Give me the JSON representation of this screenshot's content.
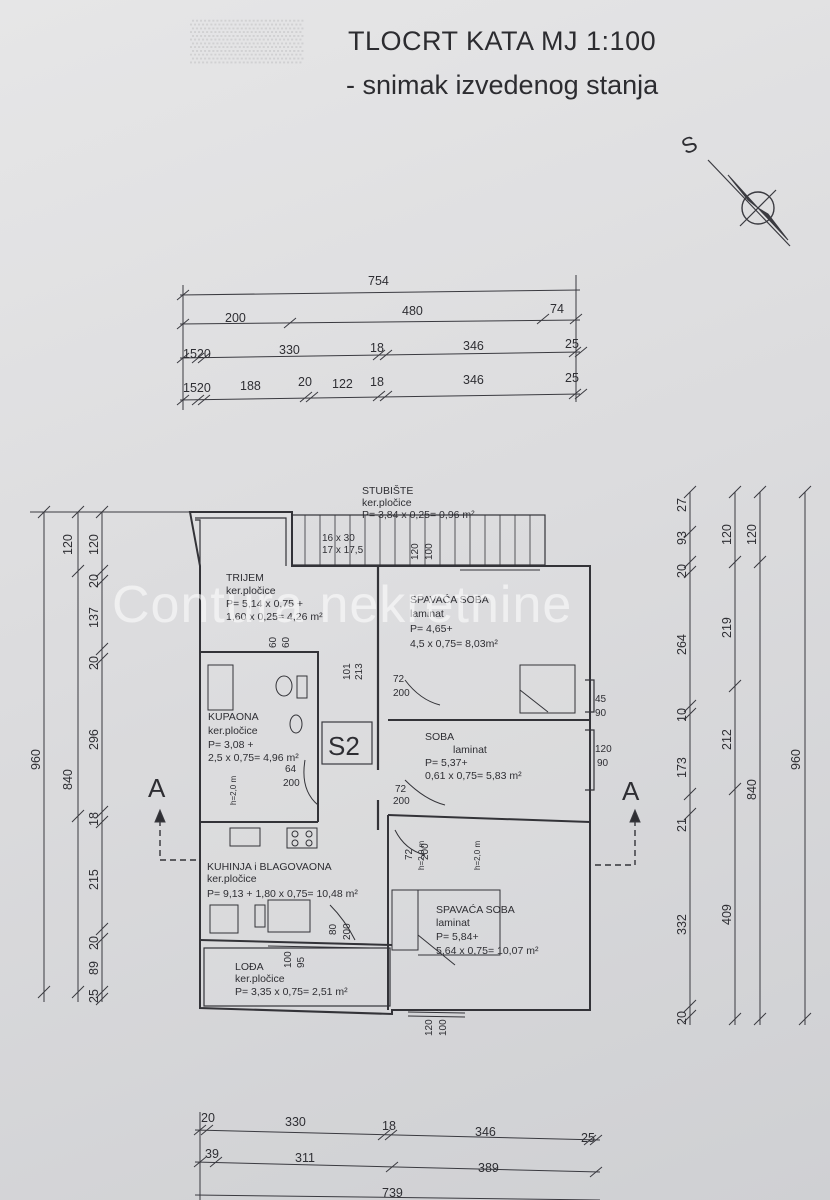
{
  "title": {
    "line1": "TLOCRT KATA MJ 1:100",
    "line2": "- snimak izvedenog stanja"
  },
  "north_label": "S",
  "watermark": "Contura nekretnine",
  "unit_label": "S2",
  "section_marker": "A",
  "top_dimensions": {
    "row1": [
      "754"
    ],
    "row2": [
      "200",
      "480",
      "74"
    ],
    "row3": [
      "1520",
      "330",
      "18",
      "346",
      "25"
    ],
    "row4": [
      "1520",
      "188",
      "20",
      "122",
      "18",
      "346",
      "25"
    ]
  },
  "bottom_dimensions": {
    "row1": [
      "20",
      "330",
      "18",
      "346",
      "25"
    ],
    "row2": [
      "39",
      "311",
      "389"
    ],
    "row3": [
      "739"
    ]
  },
  "left_dimensions": {
    "overall": "960",
    "col2": [
      "120",
      "840"
    ],
    "col3": [
      "120",
      "20",
      "137",
      "20",
      "296",
      "18",
      "215",
      "20",
      "89",
      "25"
    ]
  },
  "right_dimensions": {
    "col1": [
      "27",
      "93",
      "20",
      "264",
      "10",
      "173",
      "21",
      "332",
      "20"
    ],
    "col2": [
      "120",
      "219",
      "212",
      "409"
    ],
    "col3": [
      "120",
      "840"
    ],
    "overall": "960"
  },
  "rooms": [
    {
      "name": "STUBIŠTE",
      "finish": "ker.pločice",
      "area": "P= 3,84 x 0,25= 0,96 m²"
    },
    {
      "name": "TRIJEM",
      "finish": "ker.pločice",
      "area": "P= 5,14 x 0,75 +",
      "area2": "1,60 x 0,25= 4,26  m²"
    },
    {
      "name": "SPAVAĆA SOBA",
      "finish": "laminat",
      "area": "P= 4,65+",
      "area2": "4,5 x 0,75= 8,03m²"
    },
    {
      "name": "KUPAONA",
      "finish": "ker.pločice",
      "area": "P= 3,08 +",
      "area2": "2,5 x 0,75= 4,96 m²"
    },
    {
      "name": "SOBA",
      "finish": "laminat",
      "area": "P= 5,37+",
      "area2": "0,61 x 0,75= 5,83 m²"
    },
    {
      "name": "KUHINJA i BLAGOVAONA",
      "finish": "ker.pločice",
      "area": "P= 9,13 + 1,80 x 0,75= 10,48 m²"
    },
    {
      "name": "SPAVAĆA SOBA",
      "finish": "laminat",
      "area": "P= 5,84+",
      "area2": "5,64 x 0,75= 10,07 m²"
    },
    {
      "name": "LOĐA",
      "finish": "ker.pločice",
      "area": "P= 3,35 x 0,75= 2,51 m²"
    }
  ],
  "stair_labels": [
    "16 x 30",
    "17 x 17,5"
  ],
  "annotations": {
    "a1": "120",
    "a2": "100",
    "a3": "60",
    "a4": "60",
    "a5": "101",
    "a6": "213",
    "a7": "72",
    "a8": "200",
    "a9": "45",
    "a10": "90",
    "a11": "64",
    "a12": "200",
    "a13": "120",
    "a14": "90",
    "a15": "72",
    "a16": "200",
    "a17": "72",
    "a18": "200",
    "a19": "h=2,0 m",
    "a20": "h=2,0 m",
    "a21": "80",
    "a22": "200",
    "a23": "100",
    "a24": "95",
    "a25": "120",
    "a26": "100",
    "a27": "h=2,0 m"
  }
}
